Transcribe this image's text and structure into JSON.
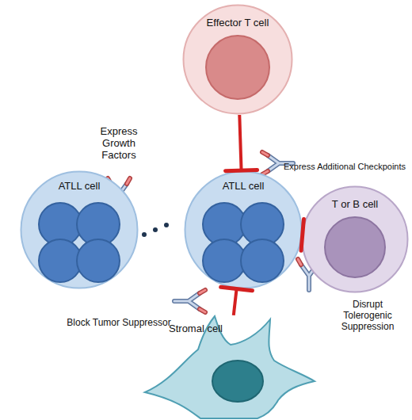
{
  "diagram": {
    "nodes": [
      {
        "text": [
          "Effector T cell"
        ]
      },
      {
        "text": [
          "ATLL cell"
        ]
      },
      {
        "text": [
          "ATLL cell"
        ]
      },
      {
        "text": [
          "T or B cell"
        ]
      },
      {
        "text": [
          "Stromal cell"
        ]
      }
    ],
    "edges": [
      {
        "from": 0,
        "to": 2,
        "arrow": "to"
      },
      {
        "from": 3,
        "to": 2,
        "arrow": "to"
      },
      {
        "from": 4,
        "to": 2,
        "arrow": "to"
      }
    ],
    "labels": [
      "Express Growth Factors",
      "Express Additional Checkpoints",
      "Disrupt Tolerogenic Suppression",
      "Block Tumor Suppressor"
    ]
  }
}
